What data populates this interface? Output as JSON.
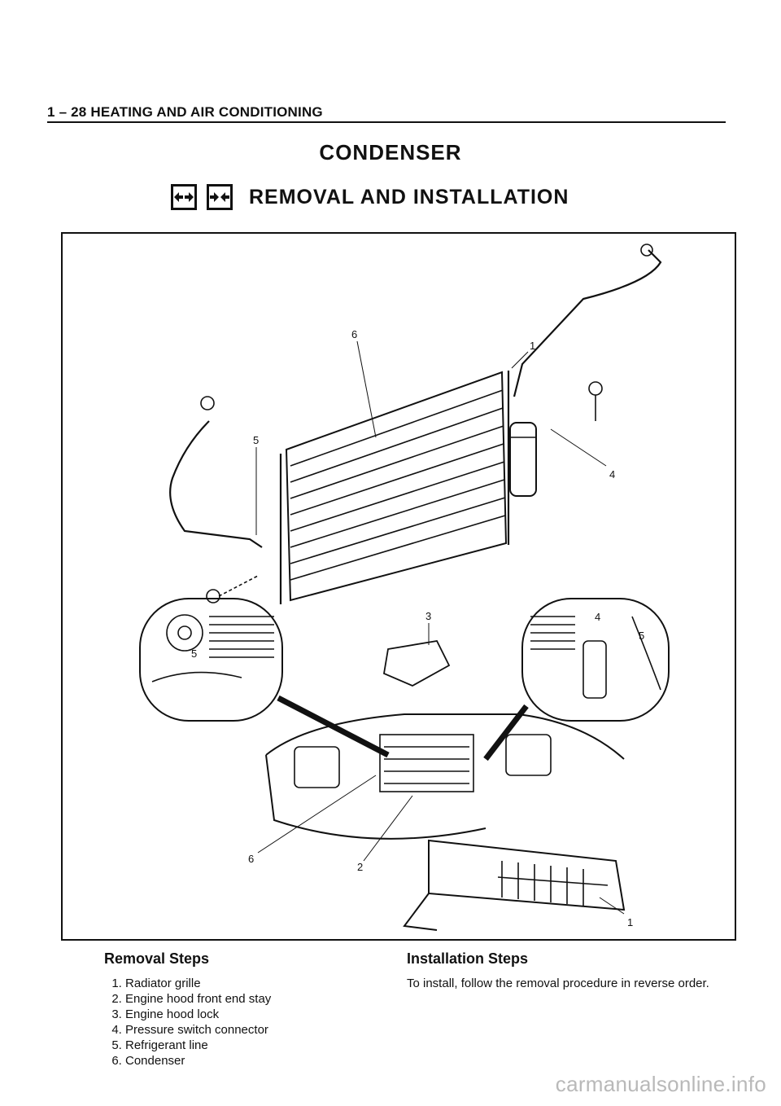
{
  "header": {
    "section": "1 – 28 HEATING AND AIR CONDITIONING"
  },
  "page_title": "CONDENSER",
  "subtitle": "REMOVAL AND INSTALLATION",
  "icons": {
    "removal": "removal-arrows-icon",
    "installation": "installation-arrows-icon"
  },
  "figure": {
    "callouts": {
      "c6_top": "6",
      "c1_top": "1",
      "c5_left": "5",
      "c4_right": "4",
      "c3_center": "3",
      "c5_inset_left": "5",
      "c4_inset_right": "4",
      "c5_inset_right": "5",
      "c6_bottom": "6",
      "c2_bottom": "2",
      "c1_bottom": "1"
    }
  },
  "removal": {
    "heading": "Removal Steps",
    "steps": [
      "Radiator grille",
      "Engine hood front end stay",
      "Engine hood lock",
      "Pressure switch connector",
      "Refrigerant line",
      "Condenser"
    ]
  },
  "installation": {
    "heading": "Installation Steps",
    "text": "To install, follow the removal procedure in reverse order."
  },
  "watermark": "carmanualsonline.info"
}
